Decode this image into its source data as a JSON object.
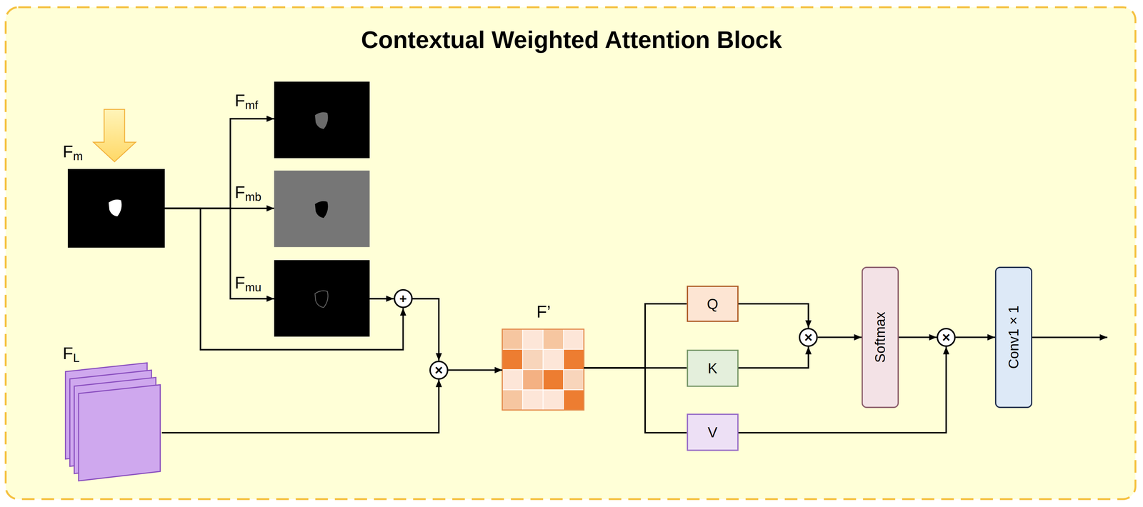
{
  "diagram": {
    "title": "Contextual Weighted Attention Block",
    "nodes": [
      {
        "text": [
          "Fm"
        ]
      },
      {
        "text": [
          "Fmf"
        ]
      },
      {
        "text": [
          "Fmb"
        ]
      },
      {
        "text": [
          "Fmu"
        ]
      },
      {
        "text": [
          "+"
        ]
      },
      {
        "text": [
          "FL"
        ]
      },
      {
        "text": [
          "×"
        ]
      },
      {
        "text": [
          "F’"
        ]
      },
      {
        "text": [
          "Q"
        ]
      },
      {
        "text": [
          "K"
        ]
      },
      {
        "text": [
          "V"
        ]
      },
      {
        "text": [
          "×"
        ]
      },
      {
        "text": [
          "Softmax"
        ]
      },
      {
        "text": [
          "×"
        ]
      },
      {
        "text": [
          "Conv1×1"
        ]
      }
    ],
    "edges": [
      {
        "from": 0,
        "to": 1,
        "arrow": "to"
      },
      {
        "from": 0,
        "to": 2,
        "arrow": "to"
      },
      {
        "from": 0,
        "to": 3,
        "arrow": "to"
      },
      {
        "from": 3,
        "to": 4,
        "arrow": "to"
      },
      {
        "from": 0,
        "to": 4,
        "arrow": "to"
      },
      {
        "from": 4,
        "to": 6,
        "arrow": "to"
      },
      {
        "from": 5,
        "to": 6,
        "arrow": "to"
      },
      {
        "from": 6,
        "to": 7,
        "arrow": "to"
      },
      {
        "from": 7,
        "to": 8,
        "arrow": "none"
      },
      {
        "from": 7,
        "to": 9,
        "arrow": "none"
      },
      {
        "from": 7,
        "to": 10,
        "arrow": "none"
      },
      {
        "from": 8,
        "to": 11,
        "arrow": "to"
      },
      {
        "from": 9,
        "to": 11,
        "arrow": "to"
      },
      {
        "from": 11,
        "to": 12,
        "arrow": "to"
      },
      {
        "from": 12,
        "to": 13,
        "arrow": "to"
      },
      {
        "from": 10,
        "to": 13,
        "arrow": "to"
      },
      {
        "from": 13,
        "to": 14,
        "arrow": "to"
      }
    ]
  }
}
